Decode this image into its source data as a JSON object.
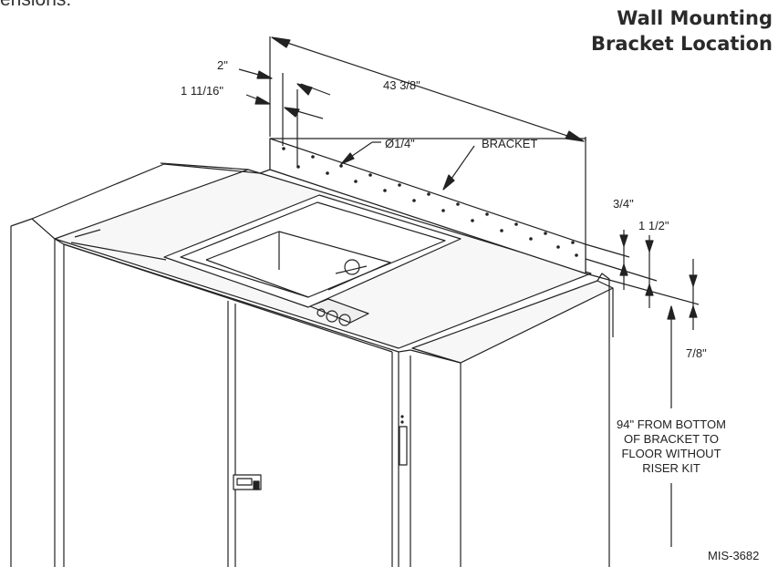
{
  "header_fragment": "ensions:",
  "title": {
    "line1": "Wall Mounting",
    "line2": "Bracket Location"
  },
  "dimensions": {
    "overall_width": "43 3/8\"",
    "hole_offset_a": "2\"",
    "hole_offset_b": "1 11/16\"",
    "hole_diameter": "Ø1/4\"",
    "top_offset": "3/4\"",
    "row_offset": "1 1/2\"",
    "bottom_offset": "7/8\""
  },
  "callouts": {
    "bracket": "BRACKET",
    "floor_note": [
      "94\" FROM BOTTOM",
      "OF BRACKET TO",
      "FLOOR WITHOUT",
      "RISER KIT"
    ]
  },
  "drawing_number": "MIS-3682"
}
